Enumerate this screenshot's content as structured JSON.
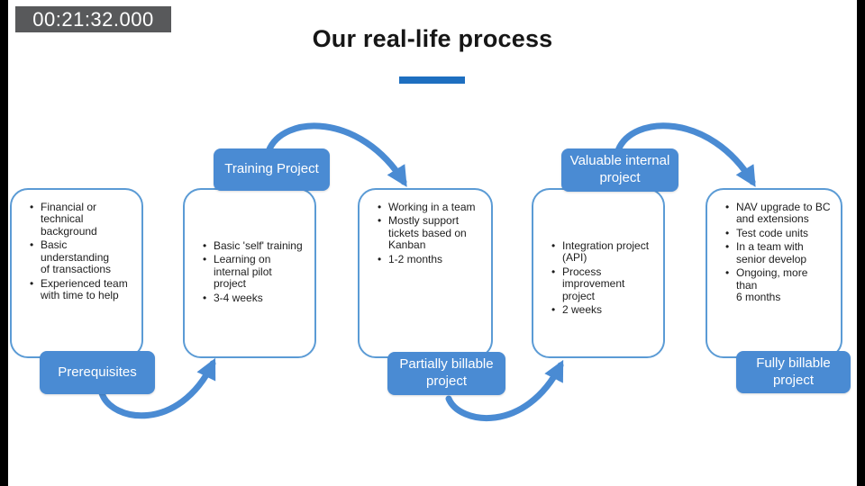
{
  "slide": {
    "timestamp": "00:21:32.000",
    "title": "Our real-life process"
  },
  "stages": [
    {
      "label": "Prerequisites",
      "label_position": "bottom",
      "bullets": [
        "Financial or\ntechnical\nbackground",
        "Basic understanding\nof transactions",
        "Experienced team\nwith time to help"
      ]
    },
    {
      "label": "Training Project",
      "label_position": "top",
      "bullets": [
        "Basic 'self' training",
        "Learning on\ninternal pilot project",
        "3-4 weeks"
      ]
    },
    {
      "label": "Partially billable\nproject",
      "label_position": "bottom",
      "bullets": [
        "Working in a team",
        "Mostly support\ntickets based on\nKanban",
        "1-2 months"
      ]
    },
    {
      "label": "Valuable internal\nproject",
      "label_position": "top",
      "bullets": [
        "Integration project\n(API)",
        "Process\nimprovement\nproject",
        "2 weeks"
      ]
    },
    {
      "label": "Fully billable\nproject",
      "label_position": "bottom",
      "bullets": [
        "NAV upgrade to BC\nand extensions",
        "Test code units",
        "In  a team with\nsenior develop",
        "Ongoing, more than\n6 months"
      ]
    }
  ],
  "colors": {
    "accent_blue": "#4A8BD3",
    "box_border": "#5B9BD5",
    "title_underline": "#1E6FC0",
    "timestamp_bg": "#58595B"
  }
}
